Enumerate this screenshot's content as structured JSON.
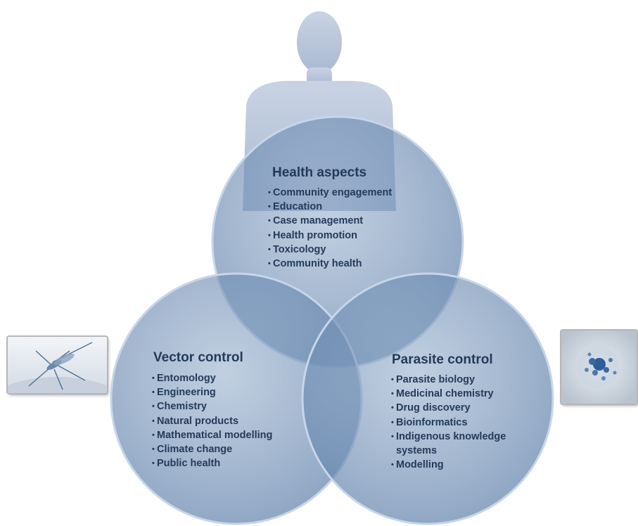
{
  "health": {
    "title": "Health aspects",
    "items": [
      "Community engagement",
      "Education",
      "Case management",
      "Health promotion",
      "Toxicology",
      "Community health"
    ]
  },
  "vector": {
    "title": "Vector control",
    "items": [
      "Entomology",
      "Engineering",
      "Chemistry",
      "Natural products",
      "Mathematical modelling",
      "Climate change",
      "Public health"
    ]
  },
  "parasite": {
    "title": "Parasite control",
    "items": [
      "Parasite biology",
      "Medicinal chemistry",
      "Drug discovery",
      "Bioinformatics",
      "Indigenous knowledge systems",
      "Modelling"
    ]
  },
  "colors": {
    "circle_fill": "#6d8db4",
    "circle_stroke": "#c7d6e8",
    "text": "#243a5a",
    "silhouette": "#b9c6dc"
  },
  "icons": {
    "top": "human-silhouette-icon",
    "left": "mosquito-icon",
    "right": "parasite-cell-icon"
  }
}
